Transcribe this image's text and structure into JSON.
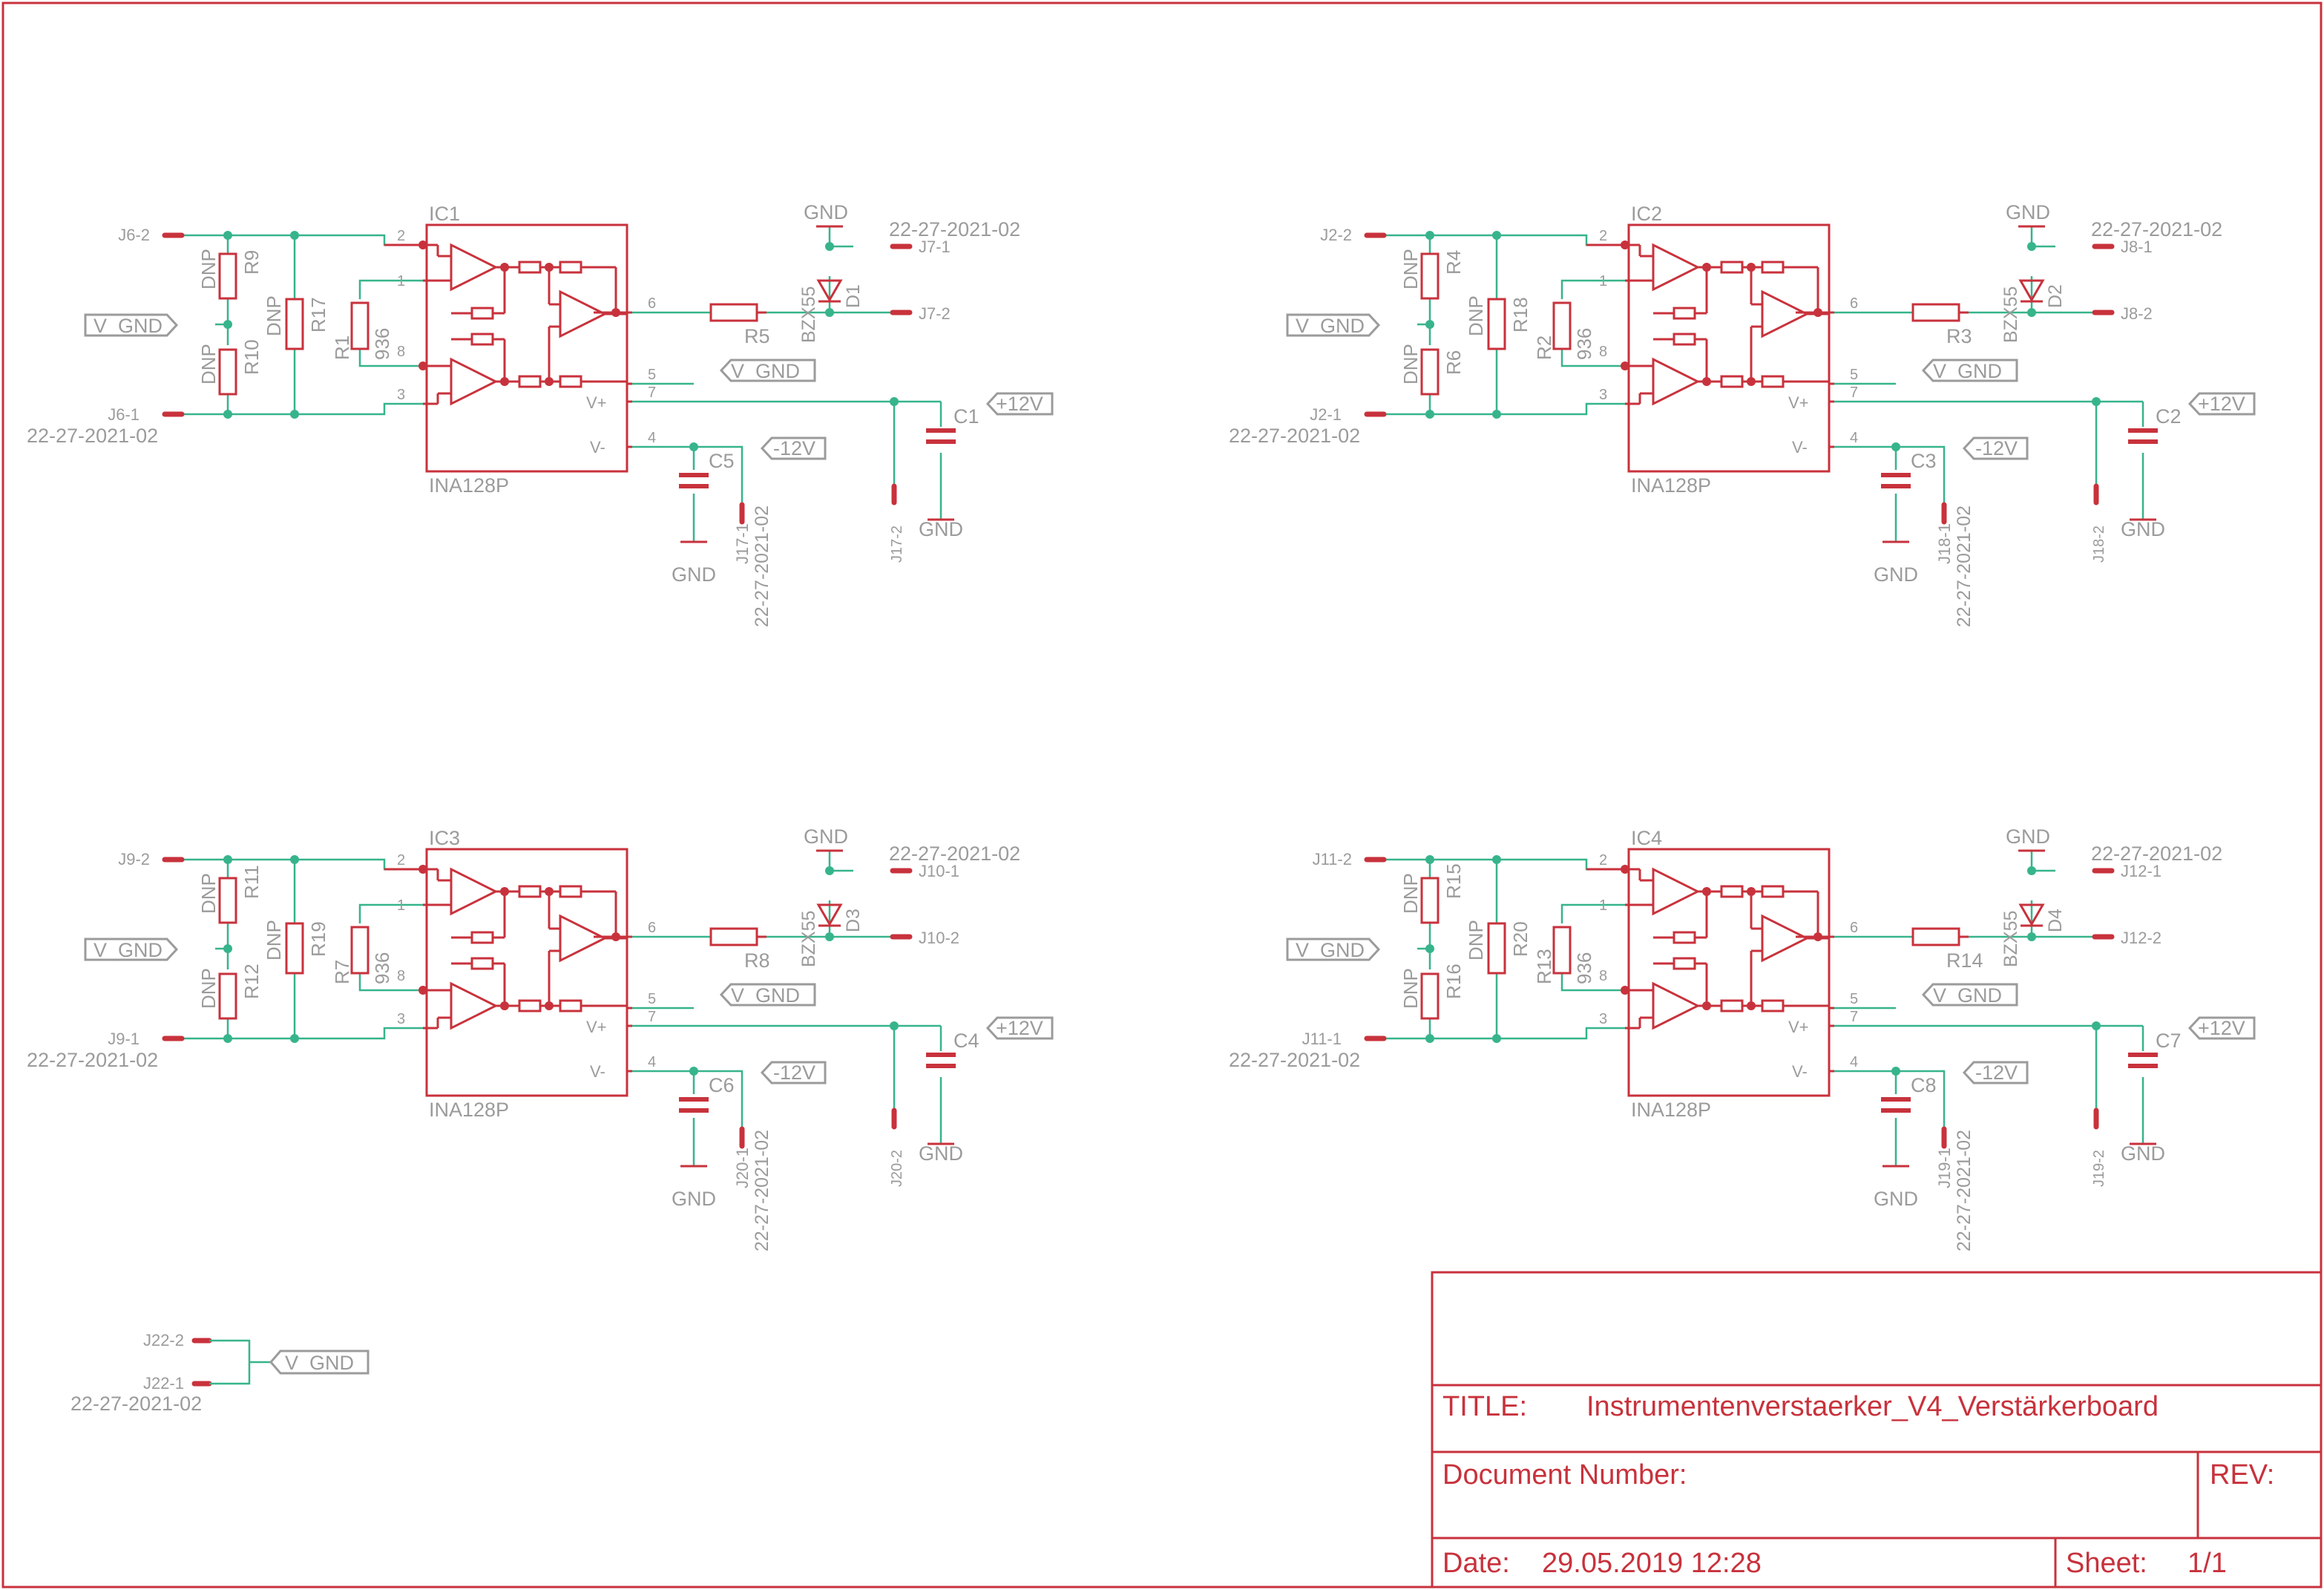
{
  "colors": {
    "part": "#c8323c",
    "wire": "#37b48c",
    "label": "#9b9b9b",
    "background": "#ffffff"
  },
  "title_block": {
    "title_label": "TITLE:",
    "title_value": "Instrumentenverstaerker_V4_Verstärkerboard",
    "doc_number_label": "Document Number:",
    "rev_label": "REV:",
    "date_label": "Date:",
    "date_value": "29.05.2019 12:28",
    "sheet_label": "Sheet:",
    "sheet_value": "1/1"
  },
  "channels": [
    {
      "ic": "IC1",
      "ic_value": "INA128P",
      "in_top": "J6-2",
      "in_bottom": "J6-1",
      "in_bottom_value": "22-27-2021-02",
      "r_top": "R9",
      "r_bottom": "R10",
      "r_shunt": "R17",
      "r_gain": "R1",
      "r_gain_value": "936",
      "r_out": "R5",
      "diode": "D1",
      "diode_value": "BZX55",
      "out_top": "J7-1",
      "out_bottom": "J7-2",
      "out_value": "22-27-2021-02",
      "c_neg": "C5",
      "c_pos": "C1",
      "j_neg": "J17-1",
      "j_neg_value": "22-27-2021-02",
      "j_pos": "J17-2"
    },
    {
      "ic": "IC2",
      "ic_value": "INA128P",
      "in_top": "J2-2",
      "in_bottom": "J2-1",
      "in_bottom_value": "22-27-2021-02",
      "r_top": "R4",
      "r_bottom": "R6",
      "r_shunt": "R18",
      "r_gain": "R2",
      "r_gain_value": "936",
      "r_out": "R3",
      "diode": "D2",
      "diode_value": "BZX55",
      "out_top": "J8-1",
      "out_bottom": "J8-2",
      "out_value": "22-27-2021-02",
      "c_neg": "C3",
      "c_pos": "C2",
      "j_neg": "J18-1",
      "j_neg_value": "22-27-2021-02",
      "j_pos": "J18-2"
    },
    {
      "ic": "IC3",
      "ic_value": "INA128P",
      "in_top": "J9-2",
      "in_bottom": "J9-1",
      "in_bottom_value": "22-27-2021-02",
      "r_top": "R11",
      "r_bottom": "R12",
      "r_shunt": "R19",
      "r_gain": "R7",
      "r_gain_value": "936",
      "r_out": "R8",
      "diode": "D3",
      "diode_value": "BZX55",
      "out_top": "J10-1",
      "out_bottom": "J10-2",
      "out_value": "22-27-2021-02",
      "c_neg": "C6",
      "c_pos": "C4",
      "j_neg": "J20-1",
      "j_neg_value": "22-27-2021-02",
      "j_pos": "J20-2"
    },
    {
      "ic": "IC4",
      "ic_value": "INA128P",
      "in_top": "J11-2",
      "in_bottom": "J11-1",
      "in_bottom_value": "22-27-2021-02",
      "r_top": "R15",
      "r_bottom": "R16",
      "r_shunt": "R20",
      "r_gain": "R13",
      "r_gain_value": "936",
      "r_out": "R14",
      "diode": "D4",
      "diode_value": "BZX55",
      "out_top": "J12-1",
      "out_bottom": "J12-2",
      "out_value": "22-27-2021-02",
      "c_neg": "C8",
      "c_pos": "C7",
      "j_neg": "J19-1",
      "j_neg_value": "22-27-2021-02",
      "j_pos": "J19-2"
    }
  ],
  "common": {
    "dnp": "DNP",
    "gnd": "GND",
    "v_gnd": "V_GND",
    "plus12": "+12V",
    "minus12": "-12V",
    "pin1": "1",
    "pin2": "2",
    "pin3": "3",
    "pin4": "4",
    "pin5": "5",
    "pin6": "6",
    "pin7": "7",
    "pin8": "8",
    "vplus": "V+",
    "vminus": "V-"
  },
  "ground_jumper": {
    "top": "J22-2",
    "bottom": "J22-1",
    "value": "22-27-2021-02",
    "net": "V_GND"
  }
}
